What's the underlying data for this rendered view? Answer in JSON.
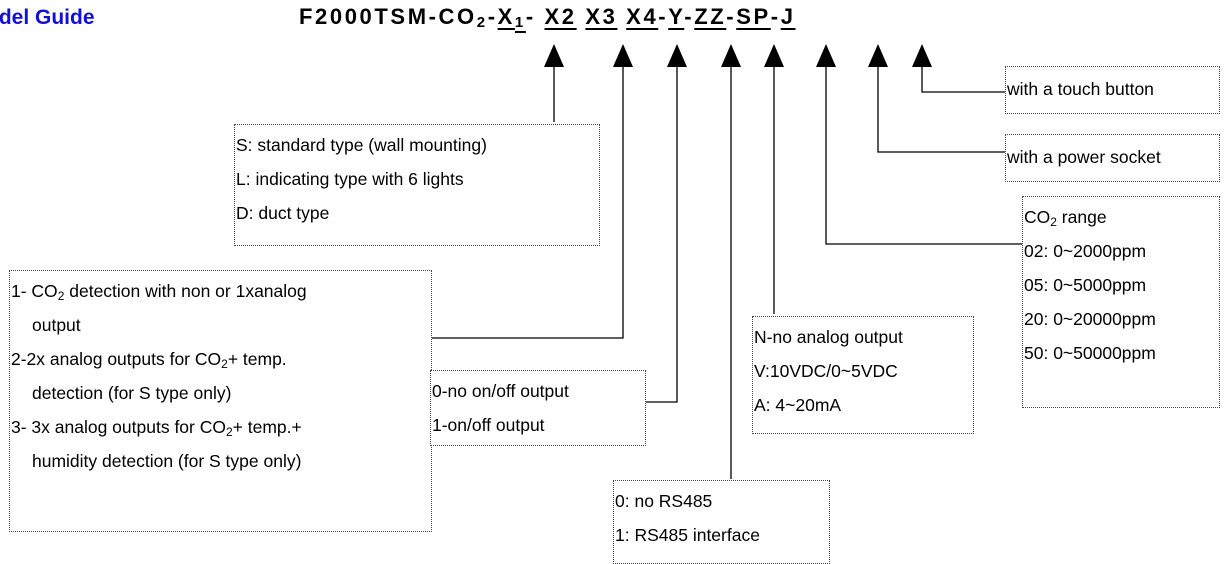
{
  "header": {
    "title": "odel Guide",
    "model_parts": [
      {
        "text": "F2000TSM-CO",
        "u": false
      },
      {
        "text": "2",
        "u": false,
        "sub": true
      },
      {
        "text": "-",
        "u": false
      },
      {
        "text": "X",
        "u": true
      },
      {
        "text": "1",
        "u": true,
        "sub": true
      },
      {
        "text": "- ",
        "u": false
      },
      {
        "text": "X2",
        "u": true
      },
      {
        "text": " ",
        "u": false
      },
      {
        "text": "X3",
        "u": true
      },
      {
        "text": " ",
        "u": false
      },
      {
        "text": "X4",
        "u": true
      },
      {
        "text": "-",
        "u": false
      },
      {
        "text": "Y",
        "u": true
      },
      {
        "text": "-",
        "u": false
      },
      {
        "text": "ZZ",
        "u": true
      },
      {
        "text": "-",
        "u": false
      },
      {
        "text": "SP",
        "u": true
      },
      {
        "text": "-",
        "u": false
      },
      {
        "text": "J",
        "u": true
      }
    ]
  },
  "boxes": {
    "x1_type": {
      "lines": [
        "S: standard type (wall mounting)",
        "L: indicating type with 6 lights",
        "D: duct type"
      ]
    },
    "x2_detection": {
      "lines": [
        "1- CO₂ detection with non or 1xanalog",
        "output",
        "2-2x analog outputs for CO₂+ temp.",
        "detection (for S type only)",
        "3- 3x analog outputs for CO₂+ temp.+",
        "humidity detection (for S type only)"
      ]
    },
    "x3_onoff": {
      "lines": [
        "0-no on/off output",
        "1-on/off output"
      ]
    },
    "x4_rs485": {
      "lines": [
        "0: no RS485",
        "1: RS485 interface"
      ]
    },
    "y_analog": {
      "lines": [
        "N-no analog output",
        "V:10VDC/0~5VDC",
        "A: 4~20mA"
      ]
    },
    "zz_range": {
      "lines": [
        "CO₂ range",
        "02: 0~2000ppm",
        "05: 0~5000ppm",
        "20: 0~20000ppm",
        "50: 0~50000ppm"
      ]
    },
    "sp_socket": {
      "lines": [
        "with a power socket"
      ]
    },
    "j_touch": {
      "lines": [
        "with a touch button"
      ]
    }
  }
}
